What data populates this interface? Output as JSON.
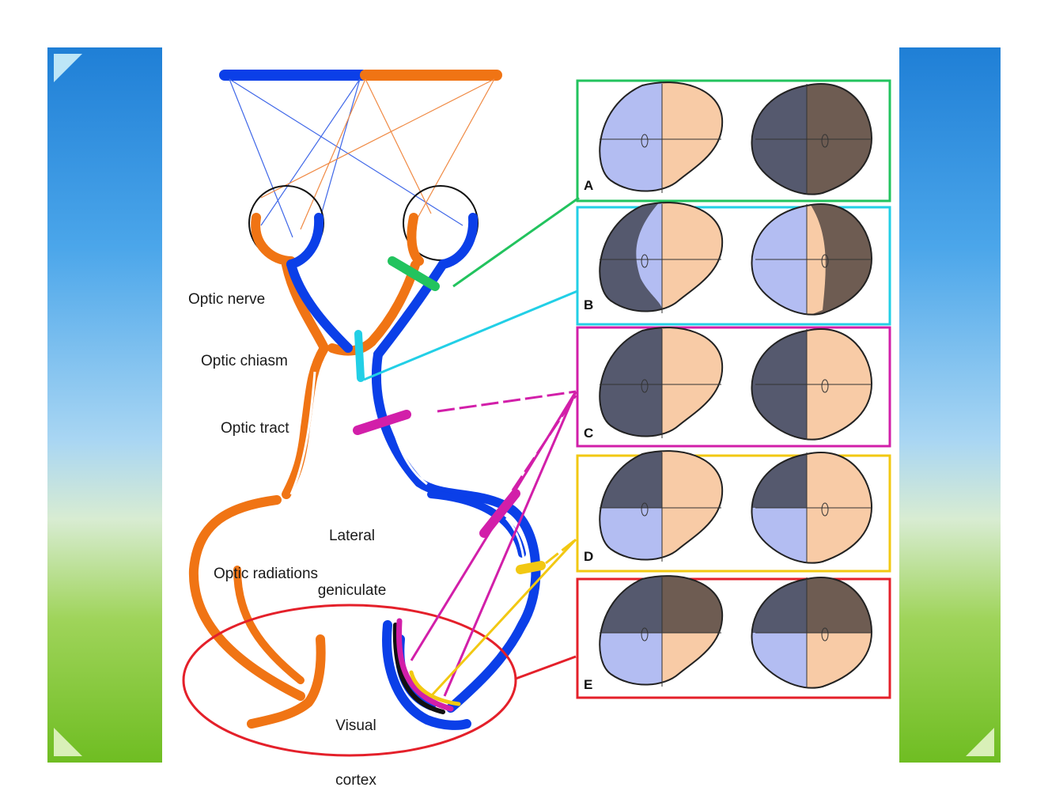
{
  "labels": {
    "optic_nerve": "Optic nerve",
    "optic_chiasm": "Optic chiasm",
    "optic_tract": "Optic tract",
    "lateral_geniculate_1": "Lateral",
    "lateral_geniculate_2": "geniculate",
    "optic_radiations": "Optic radiations",
    "visual_cortex_1": "Visual",
    "visual_cortex_2": "cortex"
  },
  "panels": [
    {
      "letter": "A",
      "color": "#22c35e"
    },
    {
      "letter": "B",
      "color": "#22cfe6"
    },
    {
      "letter": "C",
      "color": "#d21fa9"
    },
    {
      "letter": "D",
      "color": "#f2c812"
    },
    {
      "letter": "E",
      "color": "#e4202a"
    }
  ],
  "colors": {
    "left_pathway": "#0b3fe8",
    "right_pathway": "#f07414",
    "field_dark": "#55596e",
    "field_light_blue": "#b3bdf2",
    "field_peach": "#f8cba6",
    "field_dark_brown": "#6e5c52"
  }
}
